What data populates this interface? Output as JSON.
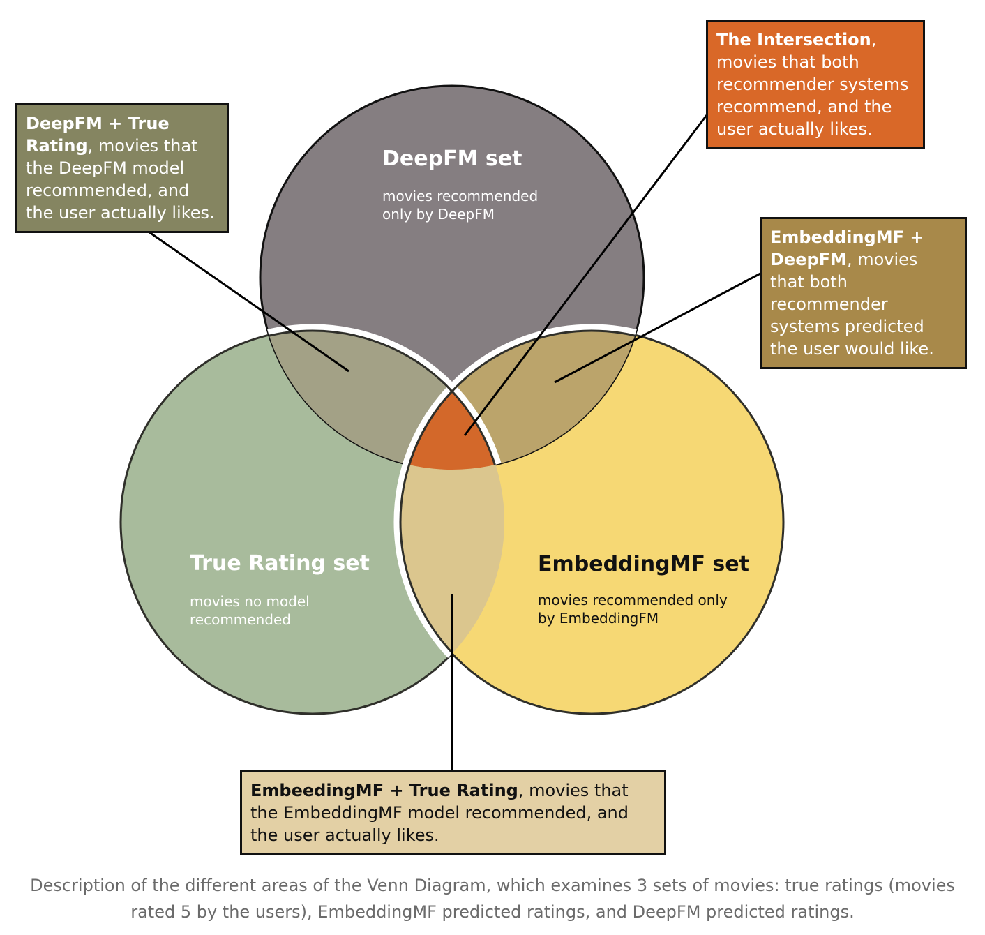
{
  "colors": {
    "deepfm_set": "#857e81",
    "true_rating_set": "#a8bb9c",
    "embeddingmf_set": "#f6d874",
    "deepfm_true_overlap": "#a3a186",
    "embedding_deepfm_overlap": "#bba46b",
    "embedding_true_overlap": "#dbc68e",
    "intersection": "#d3682a",
    "callout_deepfm_true": "#858561",
    "callout_intersection": "#d96828",
    "callout_embedding_deepfm": "#a8894a",
    "callout_embedding_true": "#e3d0a5"
  },
  "sets": {
    "deepfm": {
      "title": "DeepFM set",
      "subtitle": "movies recommended only by DeepFM"
    },
    "true_rating": {
      "title": "True Rating set",
      "subtitle": "movies no model recommended"
    },
    "embeddingmf": {
      "title": "EmbeddingMF set",
      "subtitle": "movies recommended only by EmbeddingFM"
    }
  },
  "callouts": {
    "deepfm_true": {
      "bold": "DeepFM + True Rating",
      "text": ", movies that the DeepFM model recommended, and the user actually likes."
    },
    "intersection": {
      "bold": "The Intersection",
      "text": ", movies that both recommender systems recommend, and the user actually likes."
    },
    "embedding_deepfm": {
      "bold": "EmbeddingMF + DeepFM",
      "text": ", movies that both recommender systems predicted the user would like."
    },
    "embedding_true": {
      "bold": "EmbeedingMF + True Rating",
      "text": ", movies that the EmbeddingMF model recommended, and the user actually likes."
    }
  },
  "caption": "Description of the different areas of the Venn Diagram, which examines 3 sets of movies: true ratings (movies rated 5 by the users), EmbeddingMF predicted ratings, and DeepFM predicted ratings."
}
